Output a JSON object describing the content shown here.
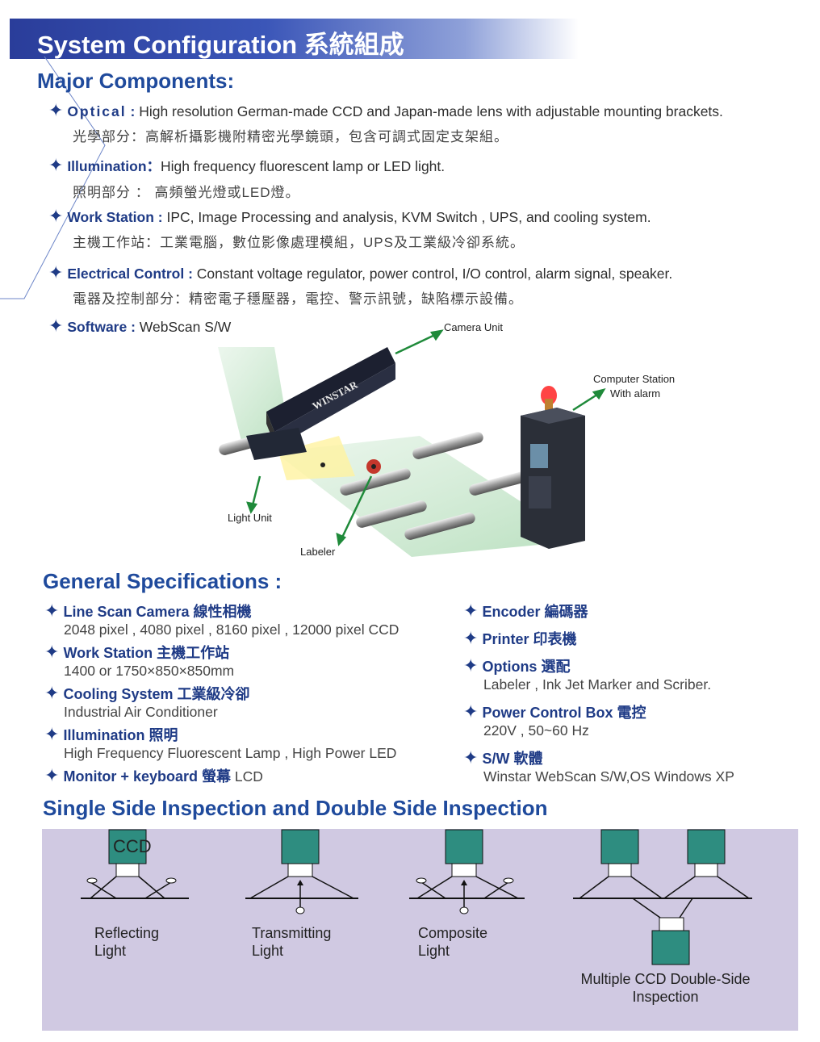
{
  "header": {
    "title": "System Configuration 系統組成"
  },
  "major": {
    "title": "Major Components:",
    "items": [
      {
        "label": "Optical",
        "colon": " :",
        "text": " High resolution German-made CCD and Japan-made lens with adjustable mounting brackets.",
        "zh": "光學部分：高解析攝影機附精密光學鏡頭，包含可調式固定支架組。"
      },
      {
        "label": "Illumination",
        "colon": "：",
        "text": "High frequency fluorescent lamp or LED light.",
        "zh": "照明部分 ： 高頻螢光燈或LED燈。"
      },
      {
        "label": "Work Station",
        "colon": " :",
        "text": " IPC, Image Processing and analysis, KVM Switch , UPS, and cooling system.",
        "zh": "主機工作站：工業電腦，數位影像處理模組，UPS及工業級冷卻系統。"
      },
      {
        "label": "Electrical Control",
        "colon": " :",
        "text": " Constant voltage regulator, power control, I/O control, alarm signal, speaker.",
        "zh": "電器及控制部分：精密電子穩壓器，電控、警示訊號，缺陷標示設備。"
      },
      {
        "label": "Software",
        "colon": " :",
        "text": " WebScan S/W",
        "zh": ""
      }
    ]
  },
  "diagram": {
    "camera_unit": "Camera Unit",
    "computer_station": [
      "Computer Station",
      "With alarm"
    ],
    "light_unit": "Light Unit",
    "labeler": "Labeler",
    "brand": "WINSTAR"
  },
  "general": {
    "title": "General Specifications :",
    "left": [
      {
        "head": "Line Scan Camera 線性相機",
        "value": "2048 pixel , 4080 pixel , 8160 pixel , 12000 pixel CCD"
      },
      {
        "head": "Work Station 主機工作站",
        "value": "1400 or 1750×850×850mm"
      },
      {
        "head": "Cooling System 工業級冷卻",
        "value": "Industrial Air Conditioner"
      },
      {
        "head": "Illumination 照明",
        "value": "High Frequency Fluorescent Lamp , High Power LED"
      },
      {
        "head": "Monitor + keyboard 螢幕",
        "value": " LCD"
      }
    ],
    "right": [
      {
        "head": "Encoder 編碼器",
        "value": ""
      },
      {
        "head": "Printer 印表機",
        "value": ""
      },
      {
        "head": "Options 選配",
        "value": "Labeler , Ink Jet Marker and Scriber."
      },
      {
        "head": "Power Control Box 電控",
        "value": "220V , 50~60 Hz"
      },
      {
        "head": "S/W 軟體",
        "value": "Winstar WebScan S/W,OS Windows XP"
      }
    ]
  },
  "inspection": {
    "title": "Single Side Inspection and Double Side Inspection",
    "ccd_label": "CCD",
    "captions": [
      [
        "Reflecting",
        "Light"
      ],
      [
        "Transmitting",
        "Light"
      ],
      [
        "Composite",
        "Light"
      ],
      [
        "Multiple CCD Double-Side",
        "Inspection"
      ]
    ]
  }
}
